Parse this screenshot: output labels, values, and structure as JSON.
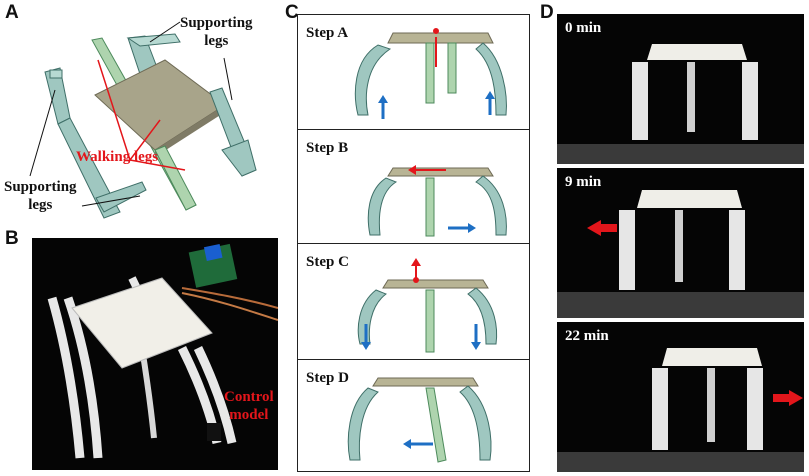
{
  "panels": {
    "a": {
      "letter": "A",
      "supporting_top": [
        "Supporting",
        "legs"
      ],
      "walking": "Walking legs",
      "supporting_bottom": [
        "Supporting",
        "legs"
      ]
    },
    "b": {
      "letter": "B",
      "control": [
        "Control",
        "model"
      ]
    },
    "c": {
      "letter": "C",
      "steps": [
        "Step A",
        "Step B",
        "Step C",
        "Step D"
      ]
    },
    "d": {
      "letter": "D",
      "times": [
        "0 min",
        "9 min",
        "22 min"
      ]
    }
  },
  "colors": {
    "leg_fill": "#9fc7c0",
    "leg_stroke": "#3f6f68",
    "body": "#b8b495",
    "annot_red": "#e3161b",
    "arrow_blue": "#1e6fc4"
  }
}
